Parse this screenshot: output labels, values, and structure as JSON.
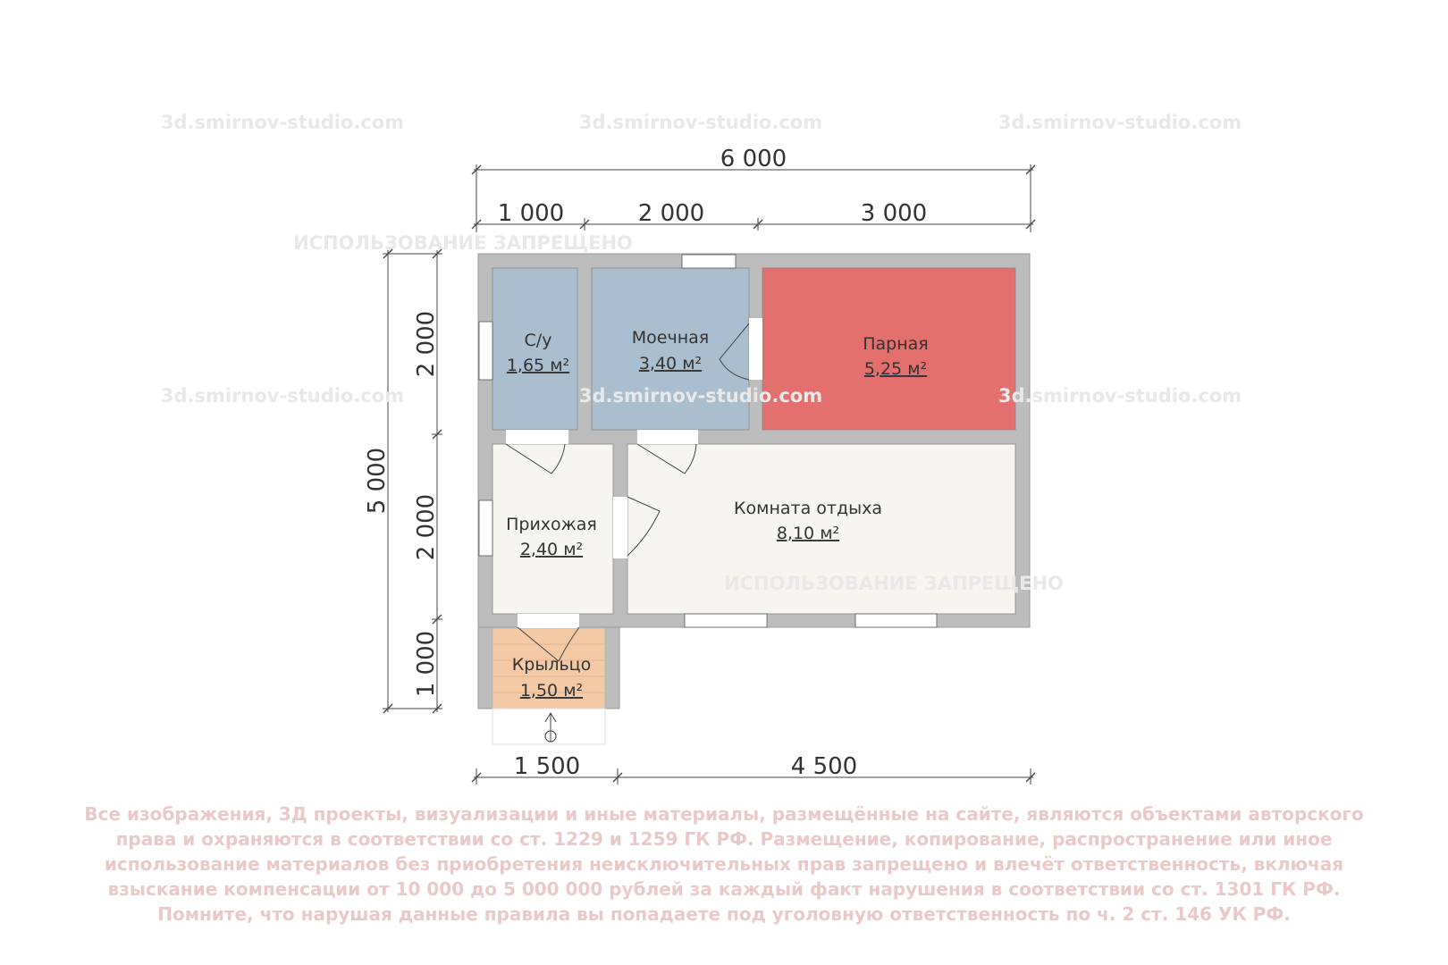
{
  "colors": {
    "wall": "#bdbdbd",
    "wet_room": "#a9bfcf",
    "steam_room": "#e36f6f",
    "dry_room": "#f7f5f0",
    "porch": "#f3c9a6"
  },
  "dimensions": {
    "top_total": "6 000",
    "top_parts": [
      "1 000",
      "2 000",
      "3 000"
    ],
    "left_total": "5 000",
    "left_parts": [
      "2 000",
      "2 000",
      "1 000"
    ],
    "bottom_parts": [
      "1 500",
      "4 500"
    ]
  },
  "rooms": [
    {
      "name": "С/у",
      "area": "1,65 м²"
    },
    {
      "name": "Моечная",
      "area": "3,40 м²"
    },
    {
      "name": "Парная",
      "area": "5,25 м²"
    },
    {
      "name": "Прихожая",
      "area": "2,40 м²"
    },
    {
      "name": "Комната отдыха",
      "area": "8,10 м²"
    },
    {
      "name": "Крыльцо",
      "area": "1,50 м²"
    }
  ],
  "watermarks": {
    "site": "3d.smirnov-studio.com",
    "forbidden": "ИСПОЛЬЗОВАНИЕ ЗАПРЕЩЕНО"
  },
  "disclaimer": [
    "Все изображения, 3Д проекты, визуализации и иные материалы, размещённые на сайте, являются объектами авторского",
    "права и охраняются в соответствии со ст. 1229 и 1259 ГК РФ. Размещение, копирование, распространение или иное",
    "использование материалов без приобретения неисключительных прав запрещено и влечёт ответственность, включая",
    "взыскание компенсации от 10 000 до 5 000 000 рублей за каждый факт нарушения в соответствии со ст. 1301 ГК РФ.",
    "Помните, что нарушая данные правила вы попадаете под уголовную ответственность по ч. 2 ст. 146 УК РФ."
  ]
}
